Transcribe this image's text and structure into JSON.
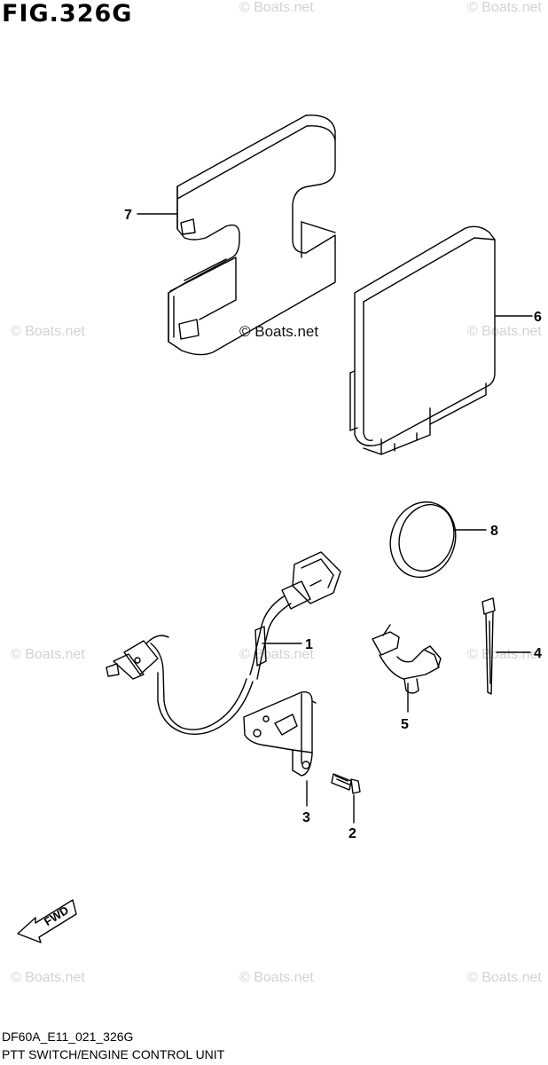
{
  "figure": {
    "title": "FIG.326G",
    "code": "DF60A_E11_021_326G",
    "name": "PTT SWITCH/ENGINE CONTROL UNIT"
  },
  "watermark": {
    "text": "© Boats.net",
    "center_text": "© Boats.net"
  },
  "callouts": [
    "1",
    "2",
    "3",
    "4",
    "5",
    "6",
    "7",
    "8"
  ],
  "fwd_label": "FWD",
  "colors": {
    "line": "#000000",
    "watermark": "#d2d2d2"
  }
}
